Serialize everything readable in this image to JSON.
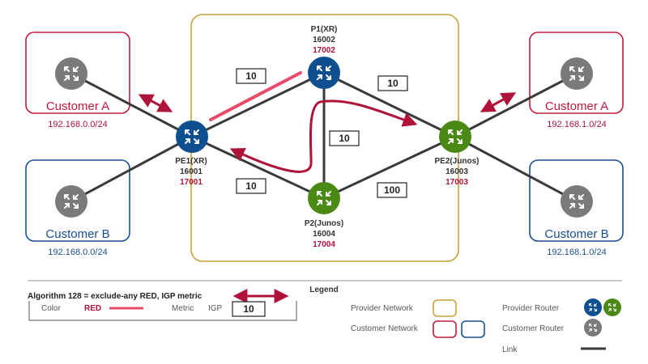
{
  "colors": {
    "xr_router": "#0e4f8f",
    "junos_router": "#4a8a14",
    "customer_router": "#7a7a7a",
    "red": "#b0133a",
    "pink": "#e84b6a",
    "provider_border": "#c9a33a",
    "customer_a_border": "#c21a3e",
    "customer_b_border": "#1a4f8f",
    "link": "#3a3a3a"
  },
  "provider": {
    "label": "Provider Network"
  },
  "routers": {
    "p1": {
      "name": "P1(XR)",
      "sid": "16002",
      "flex_sid": "17002"
    },
    "pe1": {
      "name": "PE1(XR)",
      "sid": "16001",
      "flex_sid": "17001"
    },
    "p2": {
      "name": "P2(Junos)",
      "sid": "16004",
      "flex_sid": "17004"
    },
    "pe2": {
      "name": "PE2(Junos)",
      "sid": "16003",
      "flex_sid": "17003"
    }
  },
  "customers": {
    "a_left": {
      "title": "Customer A",
      "network": "192.168.0.0/24"
    },
    "b_left": {
      "title": "Customer B",
      "network": "192.168.0.0/24"
    },
    "a_right": {
      "title": "Customer A",
      "network": "192.168.1.0/24"
    },
    "b_right": {
      "title": "Customer B",
      "network": "192.168.1.0/24"
    }
  },
  "metrics": {
    "pe1_p1": "10",
    "p1_pe2": "10",
    "p1_p2": "10",
    "pe1_p2": "10",
    "p2_pe2": "100"
  },
  "legend": {
    "title": "Legend",
    "algorithm": "Algorithm 128 = exclude-any RED, IGP metric",
    "color_label": "Color",
    "color_value": "RED",
    "metric_label": "Metric",
    "igp_label": "IGP",
    "metric_sample": "10",
    "provider_network": "Provider Network",
    "customer_network": "Customer Network",
    "provider_router": "Provider Router",
    "customer_router": "Customer Router",
    "link": "Link"
  }
}
